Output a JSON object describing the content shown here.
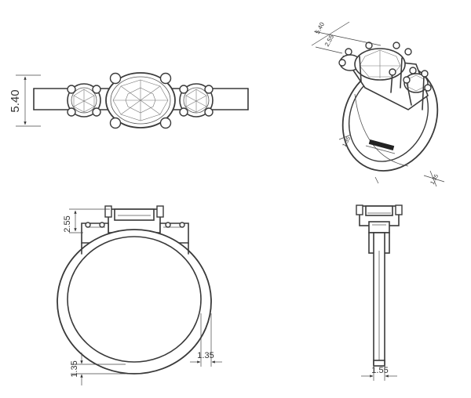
{
  "views": {
    "top": {
      "dimensions": {
        "height": "5.40"
      }
    },
    "perspective": {
      "dimensions": {
        "a": "5.40",
        "b": "2.55",
        "c": "1.35",
        "d": "1.35"
      }
    },
    "front": {
      "dimensions": {
        "head_height": "2.55",
        "shank_side": "1.35",
        "shank_bottom": "1.35"
      }
    },
    "side": {
      "dimensions": {
        "shank_width": "1.55"
      }
    }
  }
}
